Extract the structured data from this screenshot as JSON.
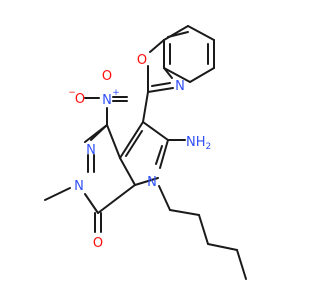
{
  "molecule": {
    "atoms": {
      "o_benzoxazole": {
        "text": "O",
        "color": "#ff0d0d"
      },
      "n_benzoxazole": {
        "text": "N",
        "color": "#3050f8"
      },
      "o_nitro": {
        "text": "O",
        "charge": "−",
        "color": "#ff0d0d"
      },
      "n_nitro": {
        "text": "N",
        "charge": "+",
        "color": "#3050f8"
      },
      "o_nitro_b": {
        "text": "O",
        "color": "#ff0d0d"
      },
      "n_amino": {
        "text": "NH",
        "subscript": "2",
        "color": "#3050f8"
      },
      "n_pyridazine_a": {
        "text": "N",
        "color": "#3050f8"
      },
      "n_pyridazine_b": {
        "text": "N",
        "color": "#3050f8"
      },
      "n_pyrrole": {
        "text": "N",
        "color": "#3050f8"
      },
      "o_carbonyl": {
        "text": "O",
        "color": "#ff0d0d"
      }
    },
    "bond_color": "#1a1a1a"
  }
}
